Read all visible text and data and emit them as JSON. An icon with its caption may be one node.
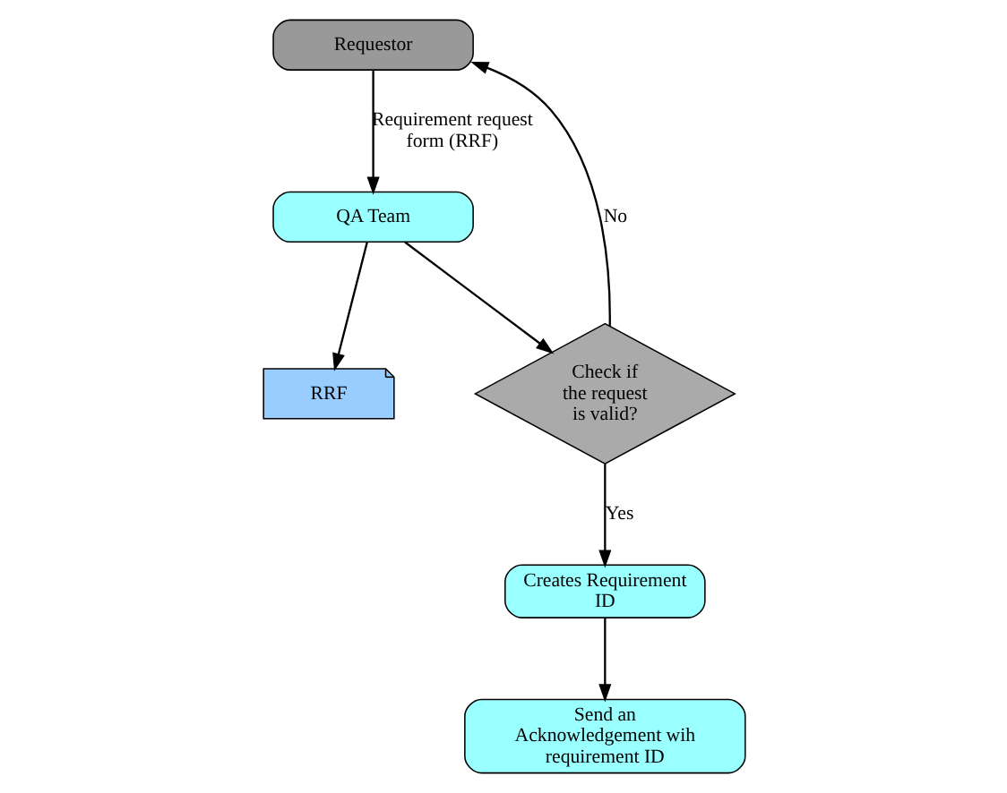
{
  "diagram": {
    "nodes": [
      {
        "text": [
          "Requestor"
        ]
      },
      {
        "text": [
          "QA Team"
        ]
      },
      {
        "text": [
          "RRF"
        ]
      },
      {
        "text": [
          "Check if the request is valid?"
        ]
      },
      {
        "text": [
          "Creates Requirement ID"
        ]
      },
      {
        "text": [
          "Send an Acknowledgement wih requirement ID"
        ]
      }
    ],
    "edges": [
      {
        "from": 0,
        "to": 1,
        "arrow": "to",
        "label": "Requirement request form (RRF)"
      },
      {
        "from": 1,
        "to": 2,
        "arrow": "to"
      },
      {
        "from": 1,
        "to": 3,
        "arrow": "to"
      },
      {
        "from": 3,
        "to": 0,
        "arrow": "to",
        "label": "No"
      },
      {
        "from": 3,
        "to": 4,
        "arrow": "to",
        "label": "Yes"
      },
      {
        "from": 4,
        "to": 5,
        "arrow": "to"
      }
    ]
  }
}
